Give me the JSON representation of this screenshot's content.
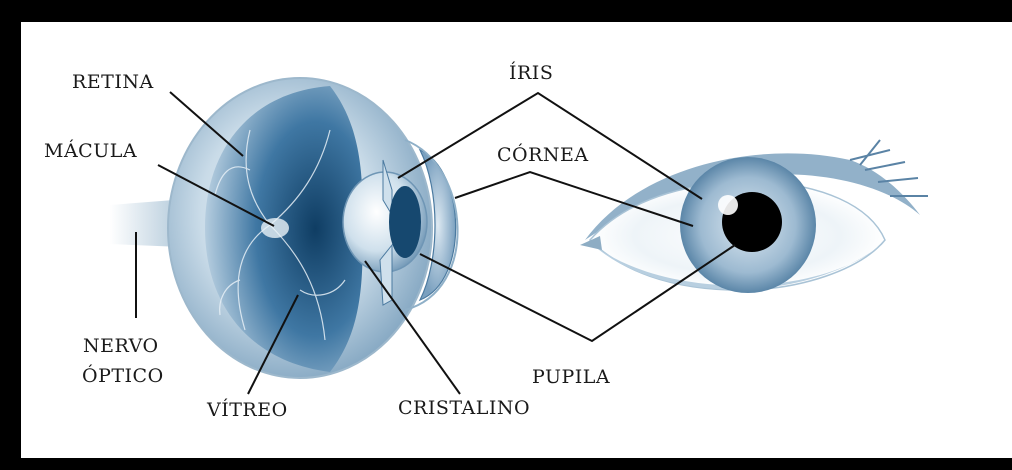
{
  "diagram": {
    "labels": {
      "retina": "RETINA",
      "macula": "MÁCULA",
      "nervo_line1": "NERVO",
      "nervo_line2": "ÓPTICO",
      "vitreo": "VÍTREO",
      "cristalino": "CRISTALINO",
      "iris": "ÍRIS",
      "cornea": "CÓRNEA",
      "pupila": "PUPILA"
    }
  }
}
